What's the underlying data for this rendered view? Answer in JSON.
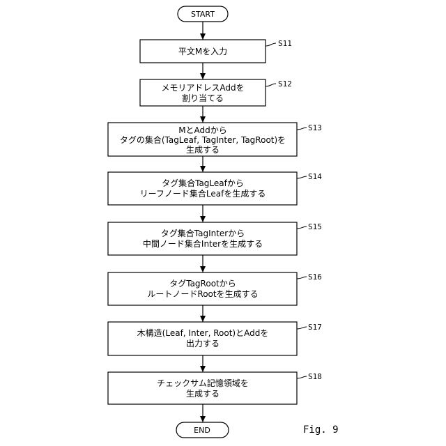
{
  "flowchart": {
    "start": "START",
    "end": "END",
    "figure_label": "Fig. 9",
    "steps": [
      {
        "id": "S11",
        "lines": [
          "平文Mを入力"
        ]
      },
      {
        "id": "S12",
        "lines": [
          "メモリアドレスAddを",
          "割り当てる"
        ]
      },
      {
        "id": "S13",
        "lines": [
          "MとAddから",
          "タグの集合(TagLeaf, TagInter, TagRoot)を",
          "生成する"
        ]
      },
      {
        "id": "S14",
        "lines": [
          "タグ集合TagLeafから",
          "リーフノード集合Leafを生成する"
        ]
      },
      {
        "id": "S15",
        "lines": [
          "タグ集合TagInterから",
          "中間ノード集合Interを生成する"
        ]
      },
      {
        "id": "S16",
        "lines": [
          "タグTagRootから",
          "ルートノードRootを生成する"
        ]
      },
      {
        "id": "S17",
        "lines": [
          "木構造(Leaf, Inter, Root)とAddを",
          "出力する"
        ]
      },
      {
        "id": "S18",
        "lines": [
          "チェックサム記憶領域を",
          "生成する"
        ]
      }
    ]
  }
}
